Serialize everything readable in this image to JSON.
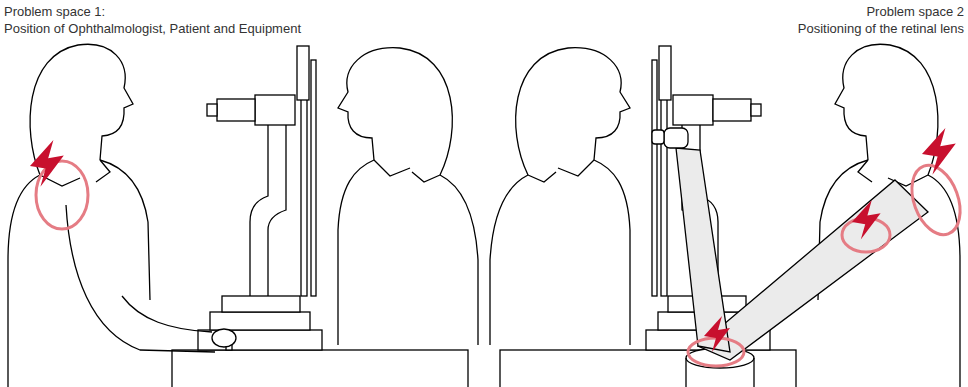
{
  "diagram": {
    "labels": [
      "Problem space 1:",
      "Position of Ophthalmologist, Patient and Equipment",
      "Problem space 2",
      "Positioning of the retinal lens"
    ]
  }
}
